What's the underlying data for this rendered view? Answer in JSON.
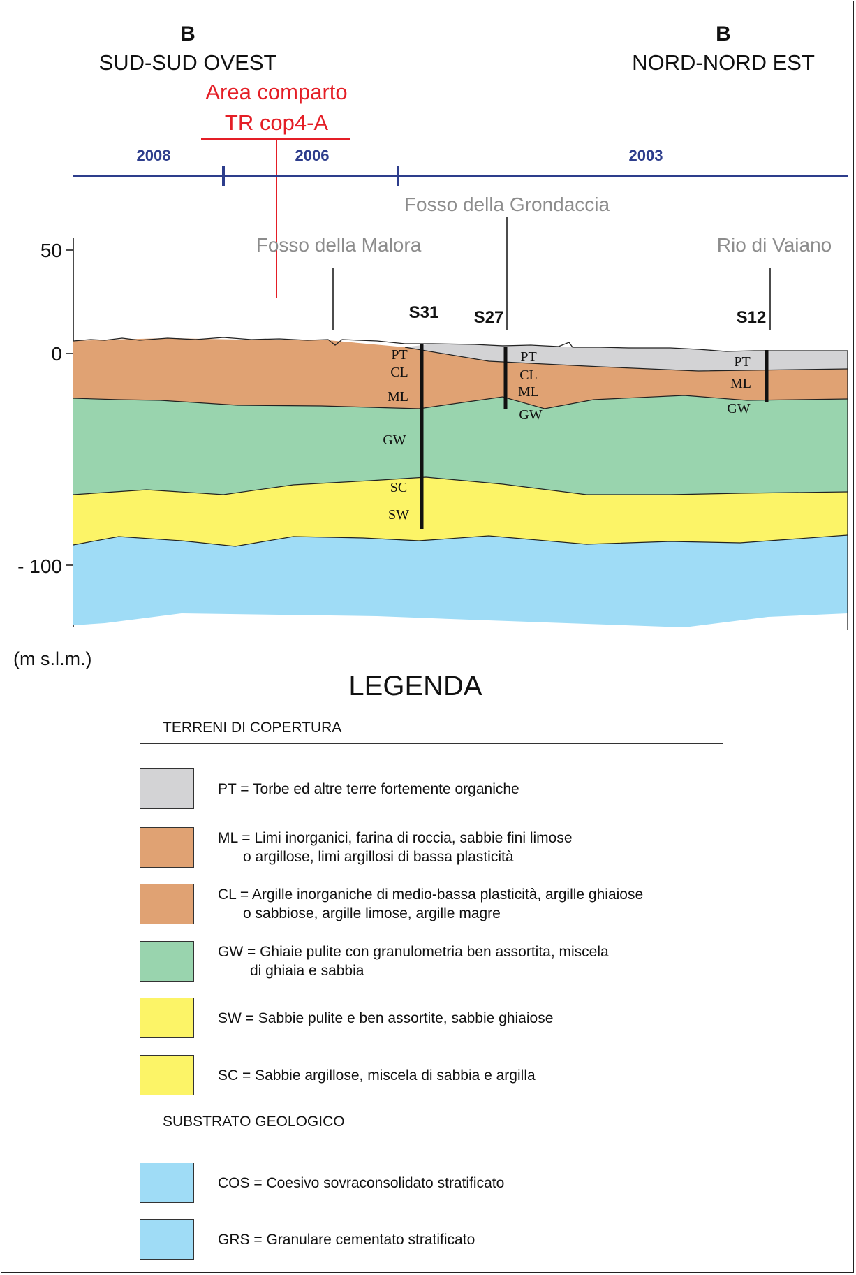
{
  "header": {
    "left_letter": "B",
    "left_direction": "SUD-SUD OVEST",
    "right_letter": "B",
    "right_direction": "NORD-NORD EST",
    "area_line1": "Area comparto",
    "area_line2": "TR cop4-A"
  },
  "timeline": {
    "years": [
      "2008",
      "2006",
      "2003"
    ]
  },
  "places": {
    "grondaccia": "Fosso della Grondaccia",
    "malora": "Fosso della Malora",
    "vaiano": "Rio di Vaiano"
  },
  "axis": {
    "tick_50": "50",
    "tick_0": "0",
    "tick_m100": "- 100",
    "unit": "(m s.l.m.)"
  },
  "boreholes": {
    "s31": {
      "name": "S31",
      "labels": [
        "PT",
        "CL",
        "ML",
        "GW",
        "SC",
        "SW"
      ]
    },
    "s27": {
      "name": "S27",
      "labels": [
        "PT",
        "CL",
        "ML",
        "GW"
      ]
    },
    "s12": {
      "name": "S12",
      "labels": [
        "PT",
        "ML",
        "GW"
      ]
    }
  },
  "colors": {
    "PT": "#d3d3d5",
    "ML": "#e0a273",
    "CL": "#e0a273",
    "GW": "#99d4ae",
    "SW": "#fcf467",
    "SC": "#fcf467",
    "COS": "#9fdcf6",
    "GRS": "#9fdcf6",
    "area_marker": "#e41e26",
    "timeline": "#2d3d8c"
  },
  "legend": {
    "title": "LEGENDA",
    "section1": "TERRENI DI COPERTURA",
    "section2": "SUBSTRATO GEOLOGICO",
    "items": [
      {
        "code": "PT",
        "line1": "PT = Torbe ed altre terre fortemente organiche",
        "line2": ""
      },
      {
        "code": "ML",
        "line1": "ML = Limi inorganici, farina di roccia, sabbie fini limose",
        "line2": "o argillose, limi argillosi di bassa plasticità"
      },
      {
        "code": "CL",
        "line1": "CL = Argille inorganiche di medio-bassa plasticità, argille ghiaiose",
        "line2": "o sabbiose, argille limose, argille magre"
      },
      {
        "code": "GW",
        "line1": "GW = Ghiaie pulite con granulometria ben assortita, miscela",
        "line2": "di ghiaia e sabbia"
      },
      {
        "code": "SW",
        "line1": "SW = Sabbie pulite e ben assortite, sabbie ghiaiose",
        "line2": ""
      },
      {
        "code": "SC",
        "line1": "SC = Sabbie argillose, miscela di sabbia e argilla",
        "line2": ""
      },
      {
        "code": "COS",
        "line1": "COS = Coesivo sovraconsolidato stratificato",
        "line2": ""
      },
      {
        "code": "GRS",
        "line1": "GRS = Granulare cementato stratificato",
        "line2": ""
      }
    ]
  }
}
